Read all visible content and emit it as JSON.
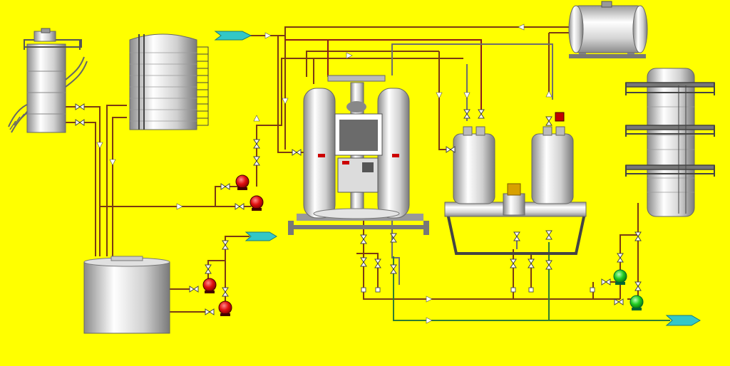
{
  "screen": {
    "background": "#ffff00",
    "pipe_color": "#7a3b12",
    "pipe_red": "#8b1a1a",
    "pipe_gray": "#6e6e6e",
    "pipe_green": "#2e7d32"
  },
  "equipment": {
    "column_tower": {
      "icon": "distillation-column"
    },
    "storage_tank_tall": {
      "icon": "vertical-storage-tank"
    },
    "horizontal_tank": {
      "icon": "horizontal-tank"
    },
    "dryer": {
      "icon": "twin-tower-dryer"
    },
    "filters": {
      "icon": "twin-filter-housings"
    },
    "platform_column": {
      "icon": "column-with-platforms"
    },
    "receiver_tank": {
      "icon": "receiver-tank"
    }
  },
  "pumps": [
    {
      "id": "pump-1",
      "state": "stopped",
      "color": "#e01010"
    },
    {
      "id": "pump-2",
      "state": "stopped",
      "color": "#e01010"
    },
    {
      "id": "pump-3",
      "state": "stopped",
      "color": "#e01010"
    },
    {
      "id": "pump-4",
      "state": "stopped",
      "color": "#e01010"
    },
    {
      "id": "pump-5",
      "state": "running",
      "color": "#22cc22"
    },
    {
      "id": "pump-6",
      "state": "running",
      "color": "#22cc22"
    }
  ],
  "arrows": {
    "color": "#33c7c7"
  }
}
